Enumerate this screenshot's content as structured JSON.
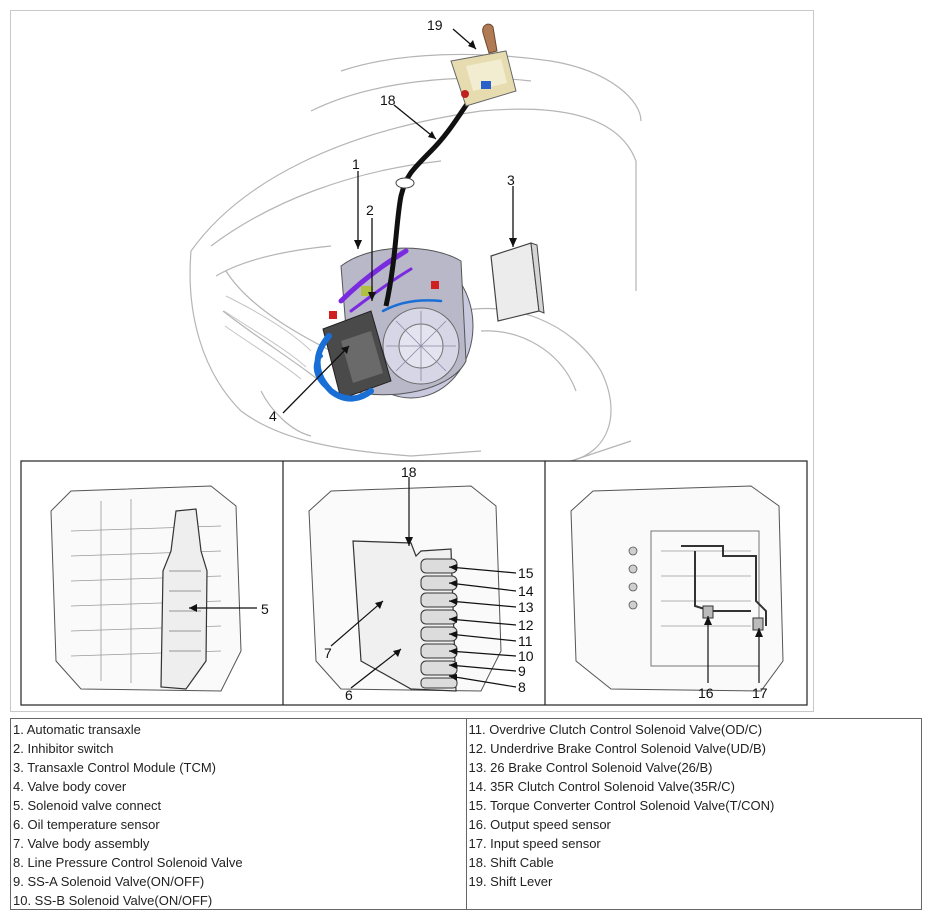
{
  "callouts": {
    "n1": "1",
    "n2": "2",
    "n3": "3",
    "n4": "4",
    "n5": "5",
    "n6": "6",
    "n7": "7",
    "n8": "8",
    "n9": "9",
    "n10": "10",
    "n11": "11",
    "n12": "12",
    "n13": "13",
    "n14": "14",
    "n15": "15",
    "n16": "16",
    "n17": "17",
    "n18": "18",
    "n18b": "18",
    "n19": "19"
  },
  "legend": {
    "left": [
      "1. Automatic transaxle",
      "2. Inhibitor switch",
      "3. Transaxle Control Module (TCM)",
      "4. Valve body cover",
      "5. Solenoid valve connect",
      "6. Oil temperature sensor",
      "7. Valve body assembly",
      "8. Line Pressure Control Solenoid Valve",
      "9. SS-A Solenoid Valve(ON/OFF)",
      "10. SS-B Solenoid Valve(ON/OFF)"
    ],
    "right": [
      "11. Overdrive Clutch Control Solenoid Valve(OD/C)",
      "12. Underdrive Brake Control Solenoid Valve(UD/B)",
      "13. 26 Brake Control Solenoid Valve(26/B)",
      "14. 35R Clutch Control Solenoid Valve(35R/C)",
      "15. Torque Converter Control Solenoid Valve(T/CON)",
      "16. Output speed sensor",
      "17. Input speed sensor",
      "18. Shift Cable",
      "19. Shift Lever"
    ]
  },
  "colors": {
    "cable": "#111111",
    "harness": "#7a2be0",
    "hose": "#1a6fd6",
    "knob": "#b07a55",
    "tcm": "#e8e8e8"
  }
}
